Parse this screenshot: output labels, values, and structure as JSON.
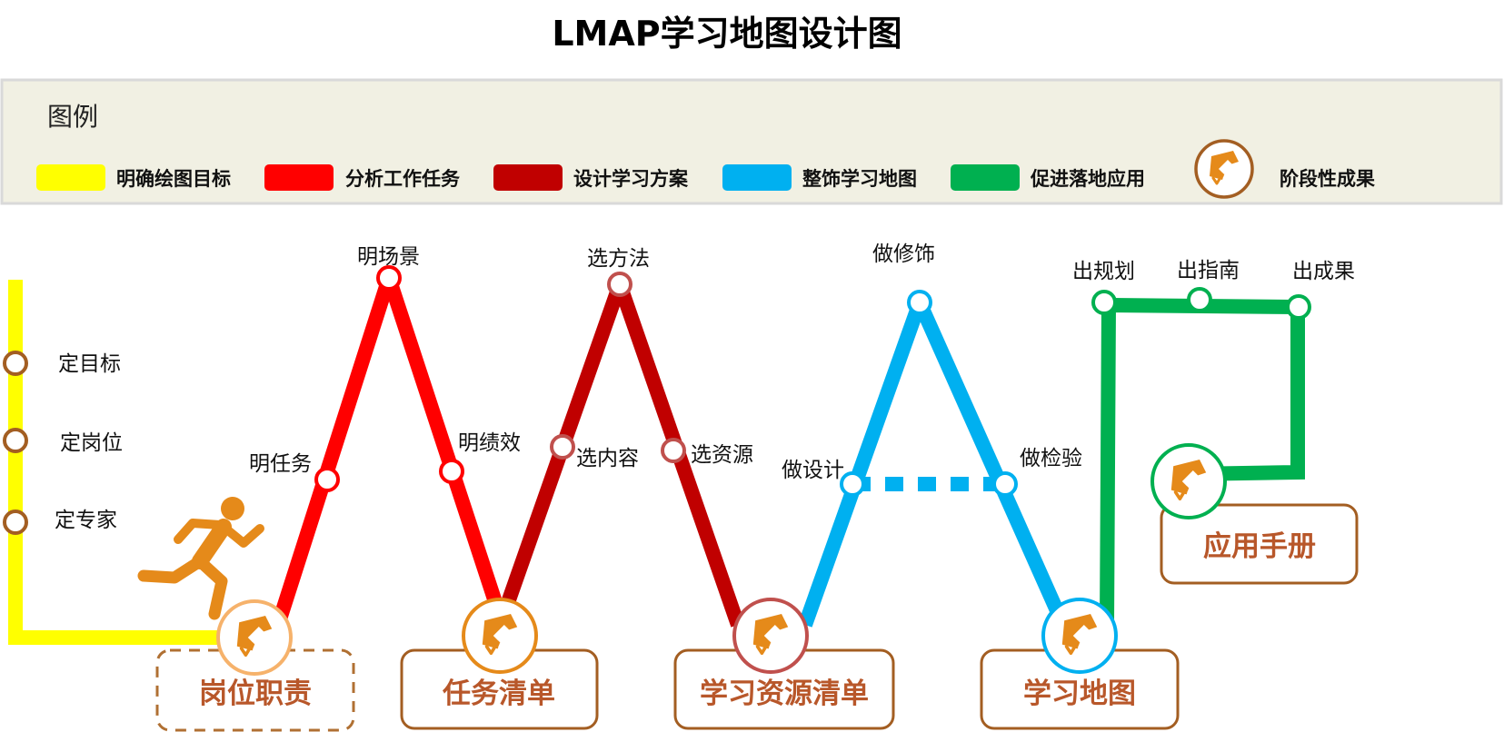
{
  "title": "LMAP学习地图设计图",
  "legend": {
    "title": "图例",
    "items": [
      {
        "label": "明确绘图目标",
        "color": "#ffff00"
      },
      {
        "label": "分析工作任务",
        "color": "#ff0000"
      },
      {
        "label": "设计学习方案",
        "color": "#c00000"
      },
      {
        "label": "整饰学习地图",
        "color": "#00b0f0"
      },
      {
        "label": "促进落地应用",
        "color": "#00b050"
      }
    ],
    "milestone_label": "阶段性成果"
  },
  "stations": {
    "goal": "定目标",
    "post": "定岗位",
    "expert": "定专家",
    "task": "明任务",
    "scene": "明场景",
    "performance": "明绩效",
    "content": "选内容",
    "method": "选方法",
    "resource": "选资源",
    "design": "做设计",
    "decorate": "做修饰",
    "inspect": "做检验",
    "plan": "出规划",
    "guide": "出指南",
    "result": "出成果"
  },
  "outcomes": {
    "job_duties": "岗位职责",
    "task_list": "任务清单",
    "resource_list": "学习资源清单",
    "learning_map": "学习地图",
    "handbook": "应用手册"
  },
  "colors": {
    "brown": "#a35e22",
    "orange": "#e58a1a",
    "stage_text": "#b8572a"
  },
  "icons": {
    "runner": "runner-icon",
    "milestone": "milestone-badge-icon"
  }
}
